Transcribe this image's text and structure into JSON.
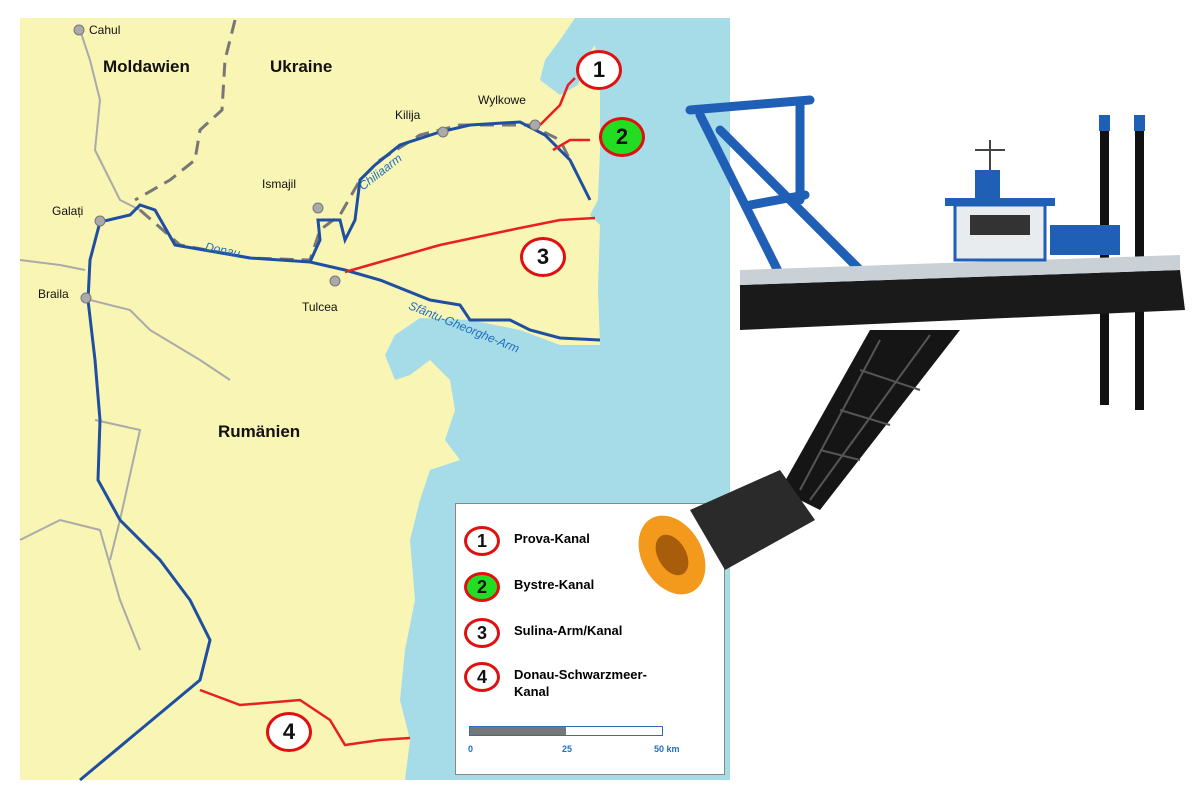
{
  "map": {
    "countries": [
      "Moldawien",
      "Ukraine",
      "Rumänien"
    ],
    "cities": [
      "Cahul",
      "Kilija",
      "Wylkowe",
      "Ismajil",
      "Galați",
      "Braila",
      "Tulcea"
    ],
    "rivers": [
      "Chiliaarm",
      "Donau",
      "Sfântu-Gheorghe-Arm"
    ],
    "markers": [
      "1",
      "2",
      "3",
      "4"
    ]
  },
  "legend": {
    "items": [
      {
        "num": "1",
        "label": "Prova-Kanal",
        "fill": "#ffffff"
      },
      {
        "num": "2",
        "label": "Bystre-Kanal",
        "fill": "#22dd22"
      },
      {
        "num": "3",
        "label": "Sulina-Arm/Kanal",
        "fill": "#ffffff"
      },
      {
        "num": "4",
        "label": "Donau-Schwarzmeer-Kanal",
        "fill": "#ffffff"
      }
    ],
    "scale": {
      "ticks": [
        "0",
        "25",
        "50 km"
      ]
    }
  },
  "colors": {
    "land": "#f9f5b4",
    "sea": "#a6dbe8",
    "river": "#1f4fa0",
    "canal": "#e82020",
    "marker_border": "#e01010"
  }
}
